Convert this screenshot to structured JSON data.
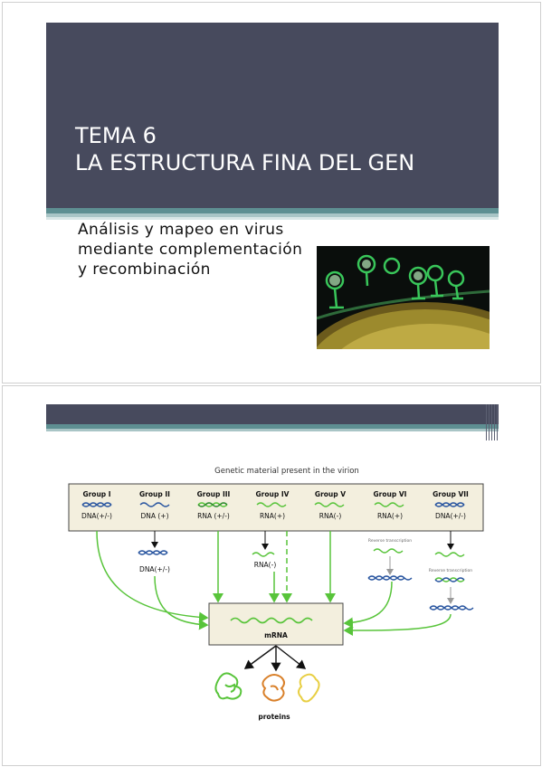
{
  "slide1": {
    "title_line1": "TEMA 6",
    "title_line2": "LA ESTRUCTURA FINA DEL GEN",
    "subtitle": "Análisis y mapeo en virus mediante complementación y recombinación"
  },
  "slide2": {
    "diagram": {
      "title": "Genetic material present in the virion",
      "groups": [
        {
          "name": "Group I",
          "material": "DNA(+/-)"
        },
        {
          "name": "Group II",
          "material": "DNA (+)"
        },
        {
          "name": "Group III",
          "material": "RNA (+/-)"
        },
        {
          "name": "Group IV",
          "material": "RNA(+)"
        },
        {
          "name": "Group V",
          "material": "RNA(-)"
        },
        {
          "name": "Group VI",
          "material": "RNA(+)"
        },
        {
          "name": "Group VII",
          "material": "DNA(+/-)"
        }
      ],
      "intermediate_g2": "DNA(+/-)",
      "intermediate_g4": "RNA(-)",
      "rt_g6": "Reverse transcription",
      "rt_g7": "Reverse transcription",
      "mrna_label": "mRNA",
      "proteins_label": "proteins"
    }
  }
}
